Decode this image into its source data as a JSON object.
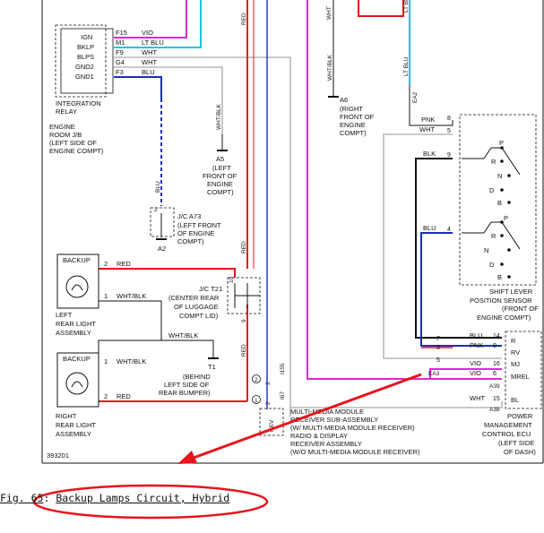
{
  "caption": {
    "fig": "Fig. 65",
    "title": "Backup Lamps Circuit, Hybrid"
  },
  "drawing_number": "393201",
  "integration_relay": {
    "name": [
      "INTEGRATION",
      "RELAY"
    ],
    "pins": [
      "IGN",
      "BKLP",
      "BLPS",
      "GND2",
      "GND1"
    ],
    "location": [
      "ENGINE",
      "ROOM J/B",
      "(LEFT SIDE OF",
      "ENGINE COMPT)"
    ]
  },
  "relay_terminals": [
    "F15",
    "M1",
    "F9",
    "G4",
    "F3"
  ],
  "relay_wires": [
    "VIO",
    "LT BLU",
    "WHT",
    "WHT",
    "BLU"
  ],
  "splice_a5": {
    "id": "A5",
    "wire": "WHT/BLK",
    "location": [
      "(LEFT",
      "FRONT OF",
      "ENGINE",
      "COMPT)"
    ]
  },
  "splice_a6": {
    "id": "A6",
    "wire": "WHT/BLK",
    "location": [
      "(RIGHT",
      "FRONT OF",
      "ENGINE",
      "COMPT)"
    ]
  },
  "top_wires": {
    "red": "RED",
    "wht": "WHT",
    "ltblu": "LT BLU",
    "ea2": "EA2"
  },
  "jc_a73": {
    "name": "J/C A73",
    "location": [
      "(LEFT FRONT",
      "OF ENGINE",
      "COMPT)"
    ],
    "wire": "BLU",
    "ground": "A2",
    "pin": "2"
  },
  "left_lamp": {
    "name": "BACKUP",
    "label": [
      "LEFT",
      "REAR LIGHT",
      "ASSEMBLY"
    ],
    "pin2": "2",
    "pin1": "1",
    "wire_red": "RED",
    "wire_wb": "WHT/BLK"
  },
  "right_lamp": {
    "name": "BACKUP",
    "label": [
      "RIGHT",
      "REAR LIGHT",
      "ASSEMBLY"
    ],
    "pin1": "1",
    "pin2": "2",
    "wire_wb": "WHT/BLK",
    "wire_red": "RED"
  },
  "jc_t21": {
    "name": "J/C T21",
    "location": [
      "(CENTER REAR",
      "OF LUGGAGE",
      "COMPT LID)"
    ],
    "pins": [
      "10",
      "9"
    ]
  },
  "ground_t1": {
    "id": "T1",
    "wire": "WHT/BLK",
    "location": [
      "(BEHIND",
      "LEFT SIDE OF",
      "REAR BUMPER)"
    ]
  },
  "vertical_red": {
    "label1": "RED",
    "label2": "RED",
    "label3": "RED"
  },
  "circled": [
    "2",
    "1"
  ],
  "circled_pins": [
    "3",
    "2"
  ],
  "conn_i155": "I155",
  "conn_i67": "I67",
  "rev": "REV",
  "multimedia": [
    "MULTI-MEDIA MODULE",
    "RECEIVER SUB-ASSEMBLY",
    "(W/ MULTI-MEDIA MODULE RECEIVER)",
    "RADIO & DISPLAY",
    "RECEIVER ASSEMBLY",
    "(W/O MULTI-MEDIA MODULE RECEIVER)"
  ],
  "shift_sensor": {
    "label": [
      "SHIFT LEVER",
      "POSITION SENSOR",
      "(FRONT OF",
      "ENGINE COMPT)"
    ],
    "pins": [
      "8",
      "5",
      "9",
      "4"
    ],
    "wires": [
      "PNK",
      "WHT",
      "BLK",
      "BLU"
    ],
    "sw1": [
      "P",
      "R",
      "N",
      "D",
      "B"
    ],
    "sw2": [
      "P",
      "R",
      "N",
      "D",
      "B"
    ]
  },
  "pm_ecu": {
    "label": [
      "POWER",
      "MANAGEMENT",
      "CONTROL ECU",
      "(LEFT SIDE",
      "OF DASH)"
    ],
    "rows": [
      {
        "pin": "7",
        "wire": "BLU",
        "num": "14",
        "term": "R"
      },
      {
        "pin": "3",
        "wire": "PNK",
        "num": "9",
        "term": "RV"
      },
      {
        "pin": "5",
        "wire": "VIO",
        "num": "16",
        "term": "MJ"
      },
      {
        "pin": "",
        "wire": "VIO",
        "num": "6",
        "term": "MREL"
      },
      {
        "pin": "",
        "wire": "WHT",
        "num": "15",
        "term": "BL"
      }
    ],
    "ea3": "EA3",
    "a39": "A39",
    "a38": "A38"
  },
  "colors": {
    "red": "#e8141b",
    "blue": "#1a2fb8",
    "vio": "#d52cd1",
    "cyan": "#12c8d8",
    "gray": "#b8b8b8",
    "black": "#111111",
    "annot": "#e8141b"
  }
}
